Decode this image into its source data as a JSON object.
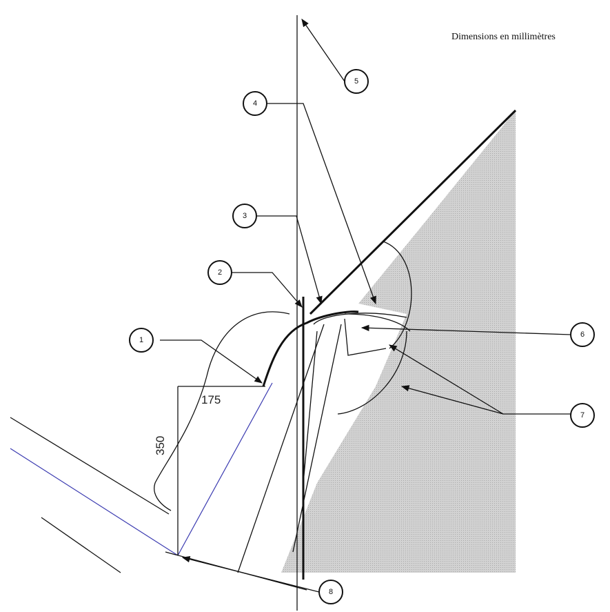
{
  "note": "Dimensions en millimètres",
  "dimensions": {
    "width_label": "175",
    "height_label": "350"
  },
  "callouts": {
    "c1": "1",
    "c2": "2",
    "c3": "3",
    "c4": "4",
    "c5": "5",
    "c6": "6",
    "c7": "7",
    "c8": "8"
  },
  "colors": {
    "shade": "#c4c4c4",
    "line": "#111111",
    "construction": "#3a3ab0"
  }
}
